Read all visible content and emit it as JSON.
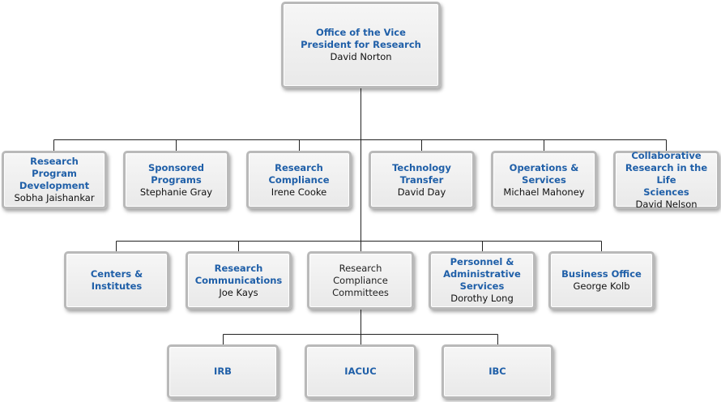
{
  "org": {
    "root": {
      "title": "Office of the Vice\nPresident for Research",
      "person": "David Norton"
    },
    "level1": [
      {
        "title": "Research Program\nDevelopment",
        "person": "Sobha Jaishankar"
      },
      {
        "title": "Sponsored Programs",
        "person": "Stephanie Gray"
      },
      {
        "title": "Research\nCompliance",
        "person": "Irene Cooke"
      },
      {
        "title": "Technology Transfer",
        "person": "David Day"
      },
      {
        "title": "Operations &\nServices",
        "person": "Michael Mahoney"
      },
      {
        "title": "Collaborative\nResearch in the Life\nSciences",
        "person": "David Nelson"
      }
    ],
    "level2": [
      {
        "title": "Centers & Institutes",
        "person": ""
      },
      {
        "title": "Research\nCommunications",
        "person": "Joe Kays"
      },
      {
        "title": "Research Compliance\nCommittees",
        "person": "",
        "plain": true
      },
      {
        "title": "Personnel &\nAdministrative\nServices",
        "person": "Dorothy Long"
      },
      {
        "title": "Business Office",
        "person": "George Kolb"
      }
    ],
    "level3": [
      {
        "title": "IRB"
      },
      {
        "title": "IACUC"
      },
      {
        "title": "IBC"
      }
    ]
  },
  "colors": {
    "title": "#1f5fa8",
    "person": "#111111",
    "line": "#222222",
    "box_border": "#b9b9b9",
    "box_fill": "#efefef"
  }
}
